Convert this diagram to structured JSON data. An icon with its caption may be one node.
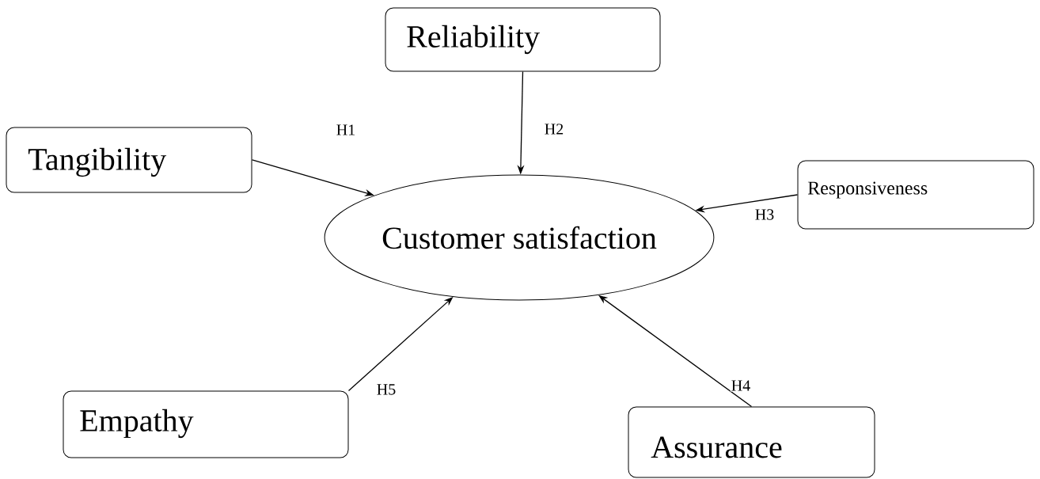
{
  "diagram": {
    "nodes": [
      {
        "text": [
          "Reliability"
        ]
      },
      {
        "text": [
          "Tangibility"
        ]
      },
      {
        "text": [
          "Customer satisfaction"
        ]
      },
      {
        "text": [
          "Responsiveness"
        ]
      },
      {
        "text": [
          "Empathy"
        ]
      },
      {
        "text": [
          "Assurance"
        ]
      }
    ],
    "edges": [
      {
        "from": 1,
        "to": 2,
        "arrow": "to",
        "label": "H1"
      },
      {
        "from": 0,
        "to": 2,
        "arrow": "to",
        "label": "H2"
      },
      {
        "from": 3,
        "to": 2,
        "arrow": "to",
        "label": "H3"
      },
      {
        "from": 5,
        "to": 2,
        "arrow": "to",
        "label": "H4"
      },
      {
        "from": 4,
        "to": 2,
        "arrow": "to",
        "label": "H5"
      }
    ]
  }
}
